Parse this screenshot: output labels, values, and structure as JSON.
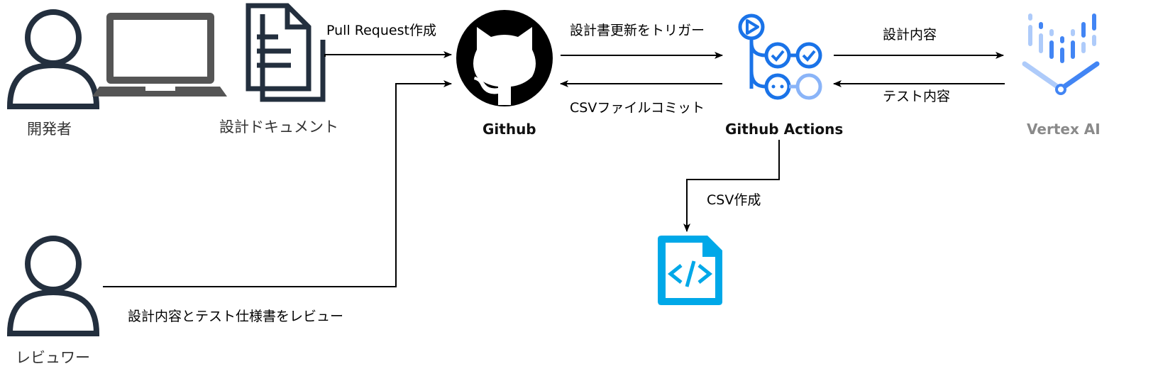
{
  "nodes": {
    "developer": "開発者",
    "design_doc": "設計ドキュメント",
    "github": "Github",
    "github_actions": "Github Actions",
    "vertex_ai": "Vertex AI",
    "reviewer": "レビュワー"
  },
  "edges": {
    "pull_request": "Pull Request作成",
    "trigger": "設計書更新をトリガー",
    "csv_commit": "CSVファイルコミット",
    "design_content": "設計内容",
    "test_content": "テスト内容",
    "csv_create": "CSV作成",
    "review": "設計内容とテスト仕様書をレビュー"
  },
  "colors": {
    "actions_blue": "#1a73e8",
    "actions_light": "#8ab4f8",
    "vertex_blue": "#4285f4",
    "vertex_light": "#aecbfa",
    "code_file": "#00a8e8",
    "icon_dark": "#232f3e",
    "laptop": "#555555"
  },
  "icons": [
    "person-icon",
    "laptop-icon",
    "document-icon",
    "github-icon",
    "github-actions-icon",
    "vertex-ai-icon",
    "code-file-icon"
  ]
}
